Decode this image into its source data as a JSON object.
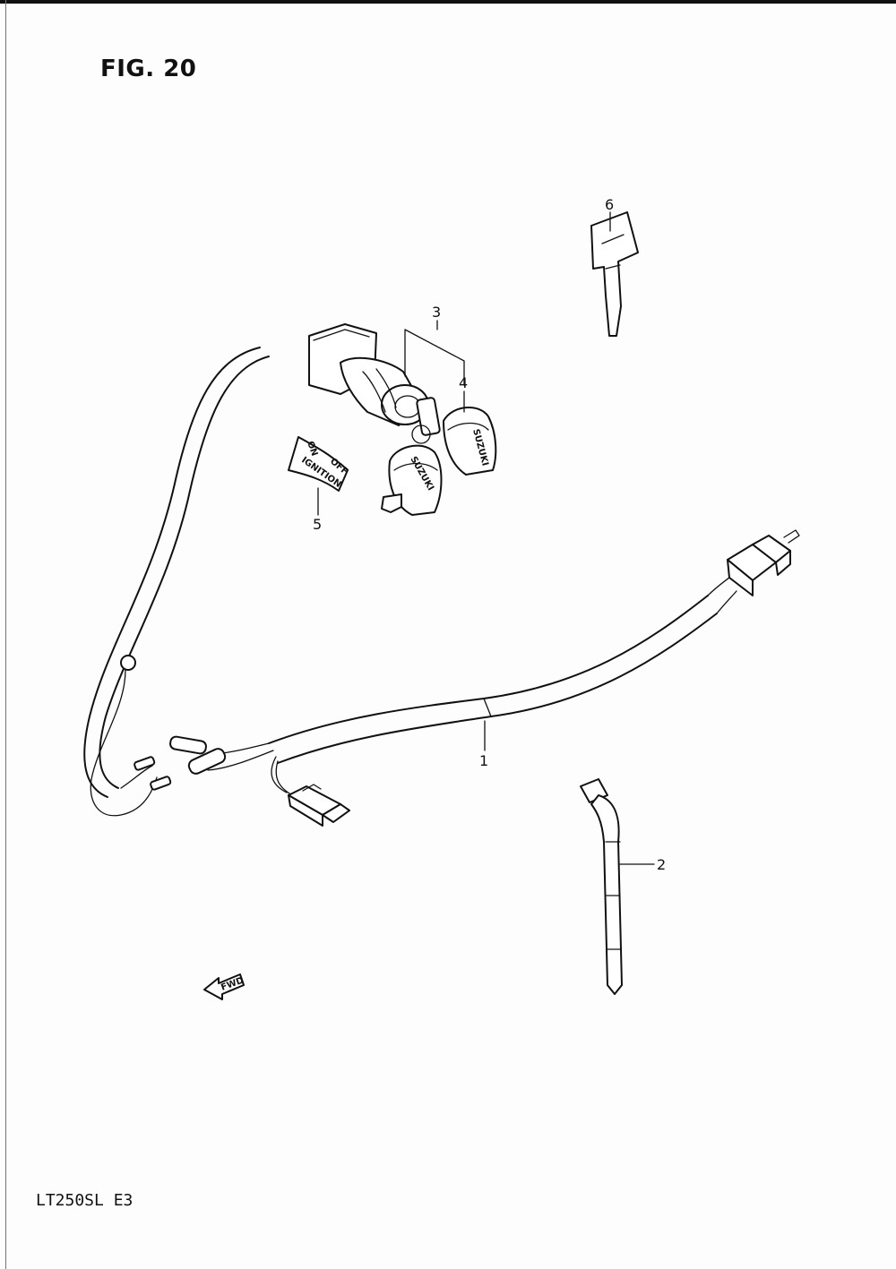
{
  "figure": {
    "title": "FIG. 20"
  },
  "model": {
    "label": "LT250SL  E3"
  },
  "callouts": [
    {
      "number": "1",
      "part": "wiring-harness"
    },
    {
      "number": "2",
      "part": "cable-tie"
    },
    {
      "number": "3",
      "part": "ignition-switch-assy"
    },
    {
      "number": "4",
      "part": "key-set"
    },
    {
      "number": "5",
      "part": "ignition-plate"
    },
    {
      "number": "6",
      "part": "blank-key"
    }
  ],
  "plate_text": {
    "on": "ON",
    "off": "OFF",
    "ignition": "IGNITION"
  },
  "key_brand": "SUZUKI",
  "fwd_label": "FWD"
}
